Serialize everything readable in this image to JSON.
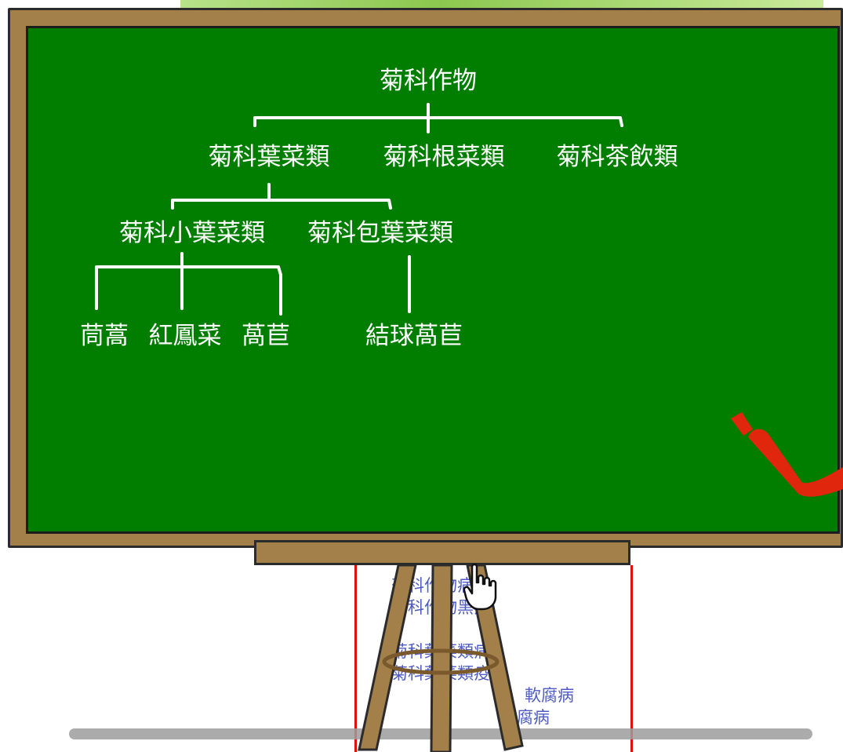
{
  "diagram": {
    "root": "菊科作物",
    "level1": [
      "菊科葉菜類",
      "菊科根菜類",
      "菊科茶飲類"
    ],
    "level2": [
      "菊科小葉菜類",
      "菊科包葉菜類"
    ],
    "level3": [
      "茼蒿",
      "紅鳳菜",
      "萵苣",
      "結球萵苣"
    ]
  },
  "background_list": [
    "菊科作物病",
    "菊科作物黑病",
    "菊科葉菜類病",
    "菊科葉菜類疫",
    "軟腐病",
    "腐病"
  ],
  "colors": {
    "board": "#017e00",
    "frame": "#a3804a",
    "text": "#ffffff",
    "pointer": "#e0260c",
    "list_text": "#2f3fb8",
    "panel_border": "#e01010"
  },
  "icons": {
    "pointer": "red-pointer-stick",
    "cursor": "hand-cursor-icon"
  }
}
